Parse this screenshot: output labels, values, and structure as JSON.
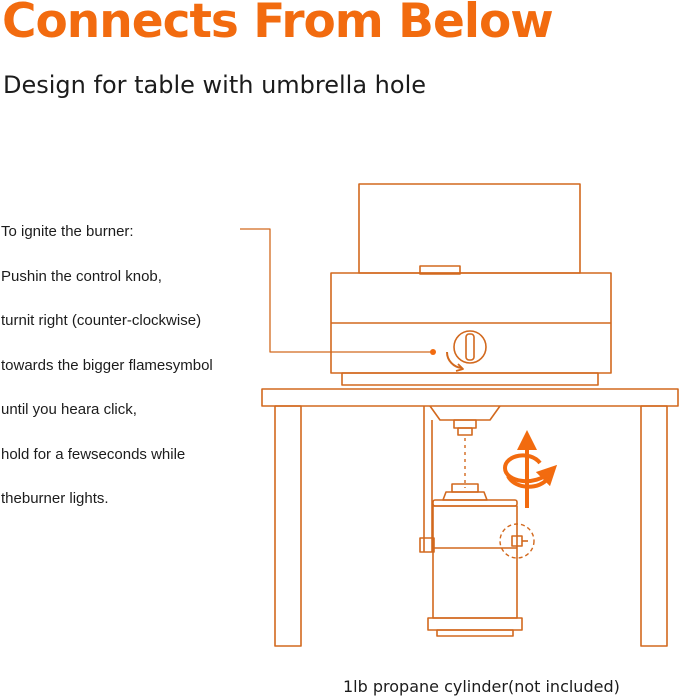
{
  "headline": "Connects From Below",
  "subheadline": "Design for table with umbrella hole",
  "instructions": [
    "To ignite the burner:",
    "Pushin the control knob,",
    "turnit right (counter-clockwise)",
    "towards the bigger flamesymbol",
    "until you heara click,",
    "hold for a fewseconds while",
    "theburner lights."
  ],
  "caption": "1lb propane cylinder(not included)",
  "colors": {
    "accent": "#f26b0f",
    "line": "#d2691e",
    "text": "#1c1c1c"
  },
  "icons": [
    "control-knob-icon",
    "rotate-arrow-icon",
    "up-arrow-icon"
  ]
}
